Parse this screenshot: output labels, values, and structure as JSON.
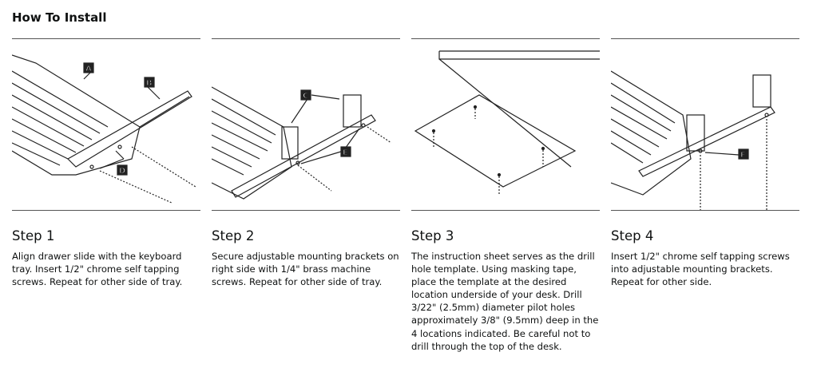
{
  "section_title": "How To Install",
  "steps": [
    {
      "title": "Step 1",
      "description": "Align drawer slide with the keyboard tray. Insert 1/2\" chrome self tapping screws. Repeat for other side of tray.",
      "callouts": [
        "A",
        "B",
        "D"
      ]
    },
    {
      "title": "Step 2",
      "description": "Secure adjustable mounting brackets on right side with 1/4\" brass machine screws. Repeat for other side of tray.",
      "callouts": [
        "C",
        "E"
      ]
    },
    {
      "title": "Step 3",
      "description": "The instruction sheet serves as the drill hole template. Using masking tape, place the template at the desired location underside of your desk. Drill 3/22\" (2.5mm) diameter pilot holes approximately 3/8\" (9.5mm) deep in the 4 locations indicated. Be careful not to drill through the top of the desk.",
      "callouts": []
    },
    {
      "title": "Step 4",
      "description": "Insert 1/2\" chrome self tapping screws into adjustable mounting brackets. Repeat for other side.",
      "callouts": [
        "F"
      ]
    }
  ]
}
